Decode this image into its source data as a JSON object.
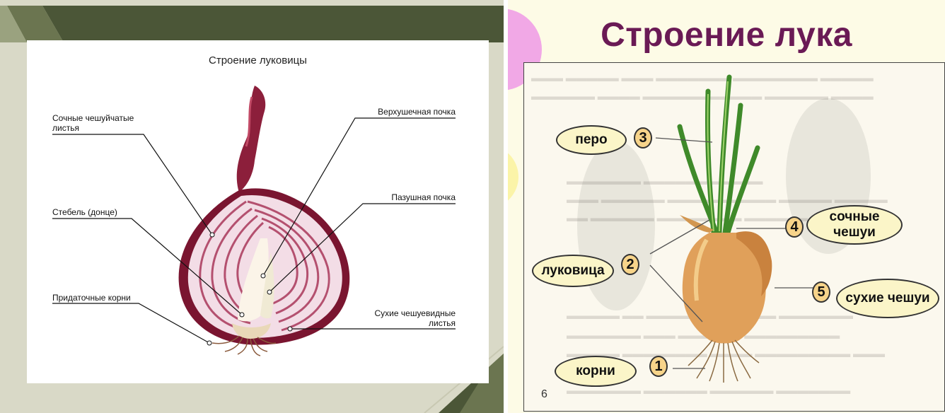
{
  "left_diagram": {
    "title": "Строение луковицы",
    "labels": {
      "succulent_leaves": "Сочные чешуйчатые листья",
      "apical_bud": "Верхушечная почка",
      "axillary_bud": "Пазушная почка",
      "stem": "Стебель (донце)",
      "adventitious_roots": "Придаточные корни",
      "dry_leaves": "Сухие чешуевидные листья"
    }
  },
  "right_diagram": {
    "title": "Строение лука",
    "page_number": "6",
    "callouts": [
      {
        "number": "1",
        "label": "корни"
      },
      {
        "number": "2",
        "label": "луковица"
      },
      {
        "number": "3",
        "label": "перо"
      },
      {
        "number": "4",
        "label": "сочные чешуи"
      },
      {
        "number": "5",
        "label": "сухие чешуи"
      }
    ]
  },
  "colors": {
    "right_title": "#6a1a55",
    "left_frame_dark": "#4b5637",
    "pill_fill": "#fbf5c8",
    "number_fill": "#f7d48a"
  }
}
